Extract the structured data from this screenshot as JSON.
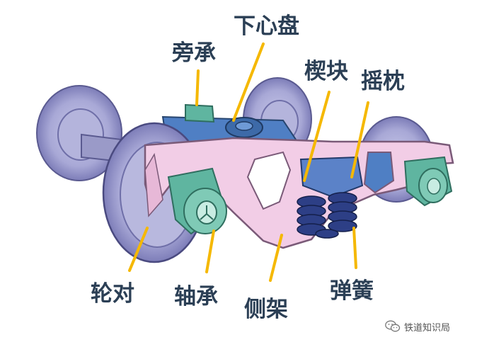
{
  "labels": {
    "side_bearing": "旁承",
    "center_plate": "下心盘",
    "wedge": "楔块",
    "bolster": "摇枕",
    "wheelset": "轮对",
    "axle_bearing": "轴承",
    "side_frame": "侧架",
    "spring": "弹簧"
  },
  "watermark": "铁道知识局",
  "colors": {
    "label_text": "#2b3f55",
    "leader_line": "#f5b800",
    "wheel": "#a8a8d6",
    "wheel_dark": "#6f6fa8",
    "frame": "#f0c8e4",
    "frame_outline": "#7a5a78",
    "bolster": "#4f7fc4",
    "bearing": "#5fb5a0",
    "spring": "#2d3f86"
  },
  "icons": [
    "wechat-icon"
  ]
}
